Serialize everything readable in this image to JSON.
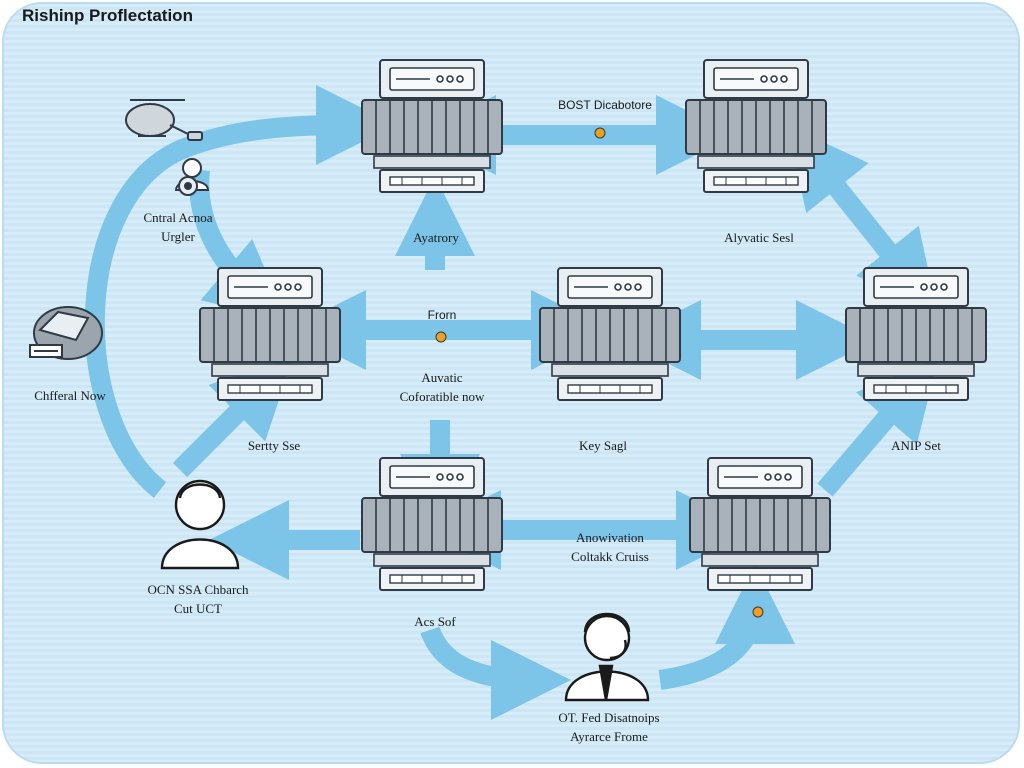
{
  "title": "Rishinp Proflectation",
  "colors": {
    "arrow": "#7cc4e8",
    "server_body": "#a9b2ba",
    "server_frame": "#2f3a44",
    "node_dot": "#f0a020"
  },
  "labels": {
    "top_left": {
      "line1": "Cntral Acnoa",
      "line2": "Urgler"
    },
    "top_mid": "Ayatrory",
    "top_arrow": "BOST Dicabotore",
    "top_right": "Alyvatic Sesl",
    "mid_arrow": "Frorn",
    "center": {
      "line1": "Auvatic",
      "line2": "Coforatible now"
    },
    "left_person": "Chfferal Now",
    "mid_left": "Sertty Sse",
    "mid_center": "Key Sagl",
    "mid_right": "ANIP Set",
    "bottom_left_person": {
      "line1": "OCN SSA Chbarch",
      "line2": "Cut UCT"
    },
    "bottom_arrow": {
      "line1": "Anowivation",
      "line2": "Coltakk Cruiss"
    },
    "bottom_mid": "Acs Sof",
    "bottom_person": {
      "line1": "OT. Fed Disatnoips",
      "line2": "Ayrarce Frome"
    }
  },
  "icons": [
    "helicopter-icon",
    "engineer-icon",
    "printer-icon",
    "user-icon",
    "headset-user-icon",
    "server-icon"
  ]
}
